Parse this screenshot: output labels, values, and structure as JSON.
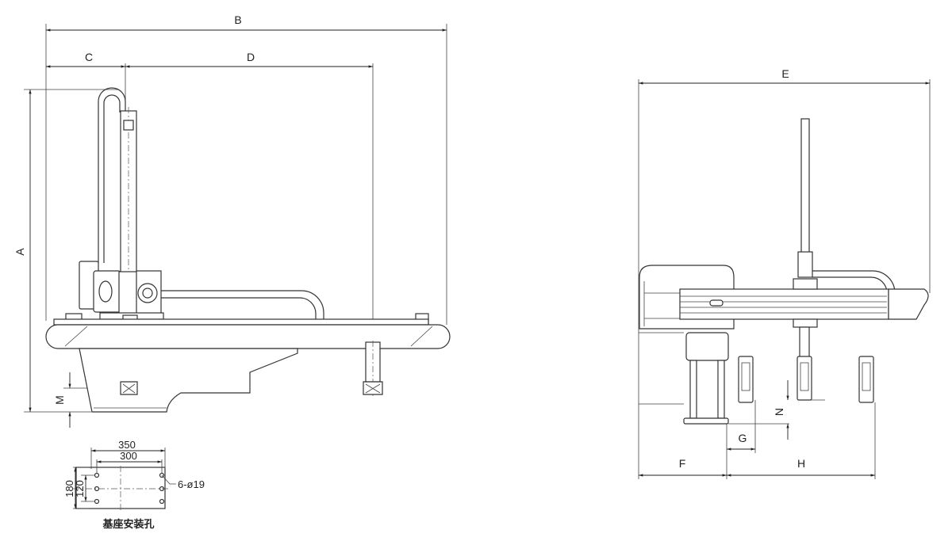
{
  "front_view": {
    "dimensions": {
      "A": "A",
      "B": "B",
      "C": "C",
      "D": "D",
      "M": "M"
    }
  },
  "side_view": {
    "dimensions": {
      "E": "E",
      "F": "F",
      "G": "G",
      "H": "H",
      "N": "N"
    }
  },
  "base_mount": {
    "width_outer": "350",
    "width_inner": "300",
    "height_outer": "180",
    "height_inner": "120",
    "holes_note": "6-ø19",
    "caption": "基座安装孔"
  }
}
